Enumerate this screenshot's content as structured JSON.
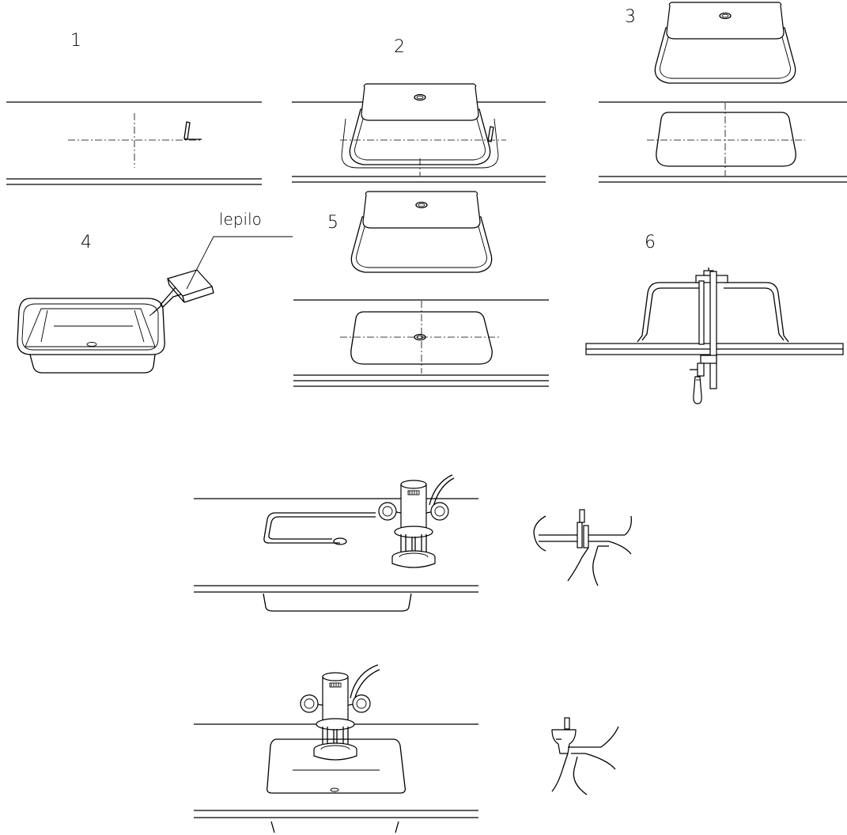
{
  "steps": [
    {
      "number": "1"
    },
    {
      "number": "2"
    },
    {
      "number": "3"
    },
    {
      "number": "4"
    },
    {
      "number": "5"
    },
    {
      "number": "6"
    }
  ],
  "glue_label": "lepilo",
  "icons": [
    "pencil-icon",
    "basin-icon",
    "glue-bottle-icon",
    "clamp-icon",
    "router-icon"
  ]
}
